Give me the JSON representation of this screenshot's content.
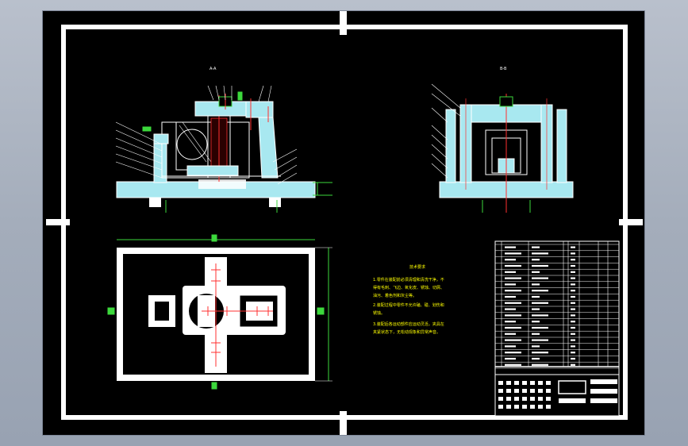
{
  "app": {
    "title": ""
  },
  "drawing": {
    "background": "#000000",
    "line_color": "#ffffff",
    "fill_color": "#a8e8f0",
    "center_color": "#ff3030",
    "dim_color": "#3cd83c",
    "text_color": "#ffff00",
    "views": [
      {
        "id": "front-view",
        "label": "A-A"
      },
      {
        "id": "side-view",
        "label": "B-B"
      },
      {
        "id": "top-view",
        "label": ""
      }
    ],
    "notes_title": "技术要求",
    "notes": [
      "1.零件在装配前必须清理和清洗干净，不",
      "得有毛刺、飞边、氧化皮、锈蚀、切屑、",
      "油污、着色剂和灰尘等。",
      "2.装配过程中零件不允许磕、碰、划伤和",
      "锈蚀。",
      "3.装配后各运动部件应运动灵活，夹具在",
      "夹紧状态下，无松动现象和异常声音。"
    ]
  }
}
